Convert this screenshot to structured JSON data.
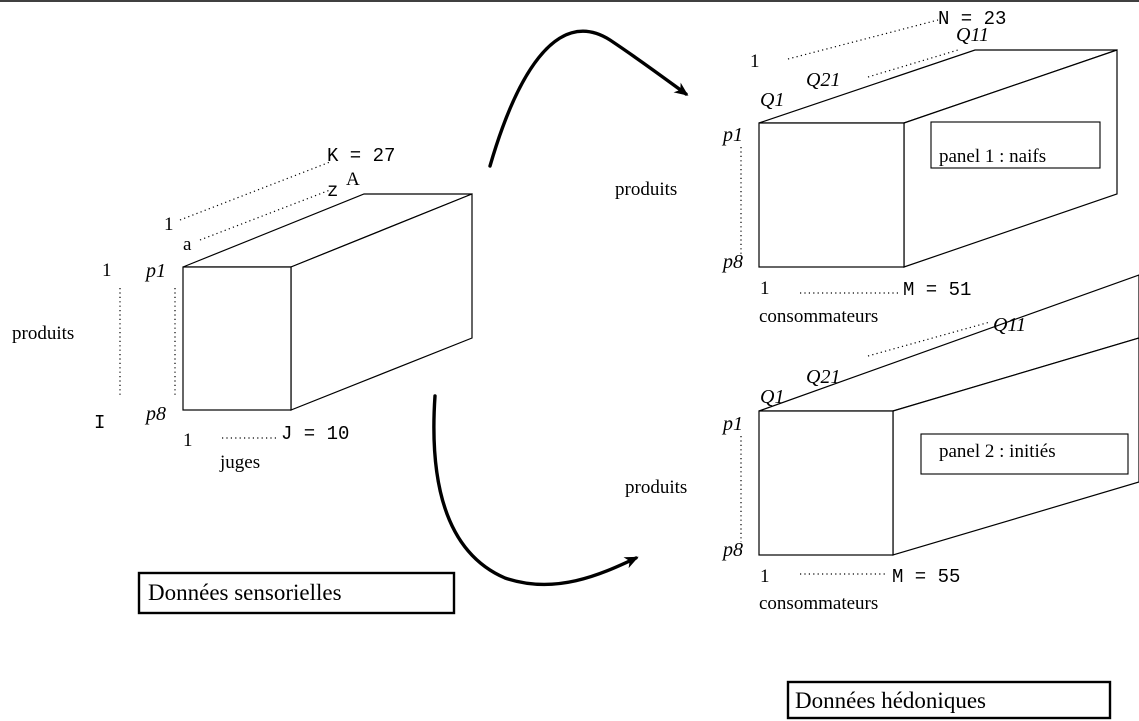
{
  "sensory": {
    "cube": {
      "k_label": "K = 27",
      "one_depth": "1",
      "z_label": "z",
      "a_upper": "A",
      "a_lower": "a",
      "one_rows": "1",
      "p_first": "p1",
      "p_last": "p8",
      "i_label": "I",
      "rows_label": "produits",
      "one_cols": "1",
      "j_label": "J = 10",
      "cols_label": "juges"
    },
    "title": "Données sensorielles"
  },
  "hedonic": {
    "panel1": {
      "n_label": "N = 23",
      "one_depth": "1",
      "q_last": "Q11",
      "q_mid": "Q21",
      "q_first": "Q1",
      "p_first": "p1",
      "p_last": "p8",
      "rows_label": "produits",
      "panel_label": "panel 1 : naifs",
      "one_cols": "1",
      "m_label": "M = 51",
      "cols_label": "consommateurs"
    },
    "panel2": {
      "q_last": "Q11",
      "q_mid": "Q21",
      "q_first": "Q1",
      "p_first": "p1",
      "p_last": "p8",
      "rows_label": "produits",
      "panel_label": "panel 2 : initiés",
      "one_cols": "1",
      "m_label": "M = 55",
      "cols_label": "consommateurs"
    },
    "title": "Données hédoniques"
  }
}
